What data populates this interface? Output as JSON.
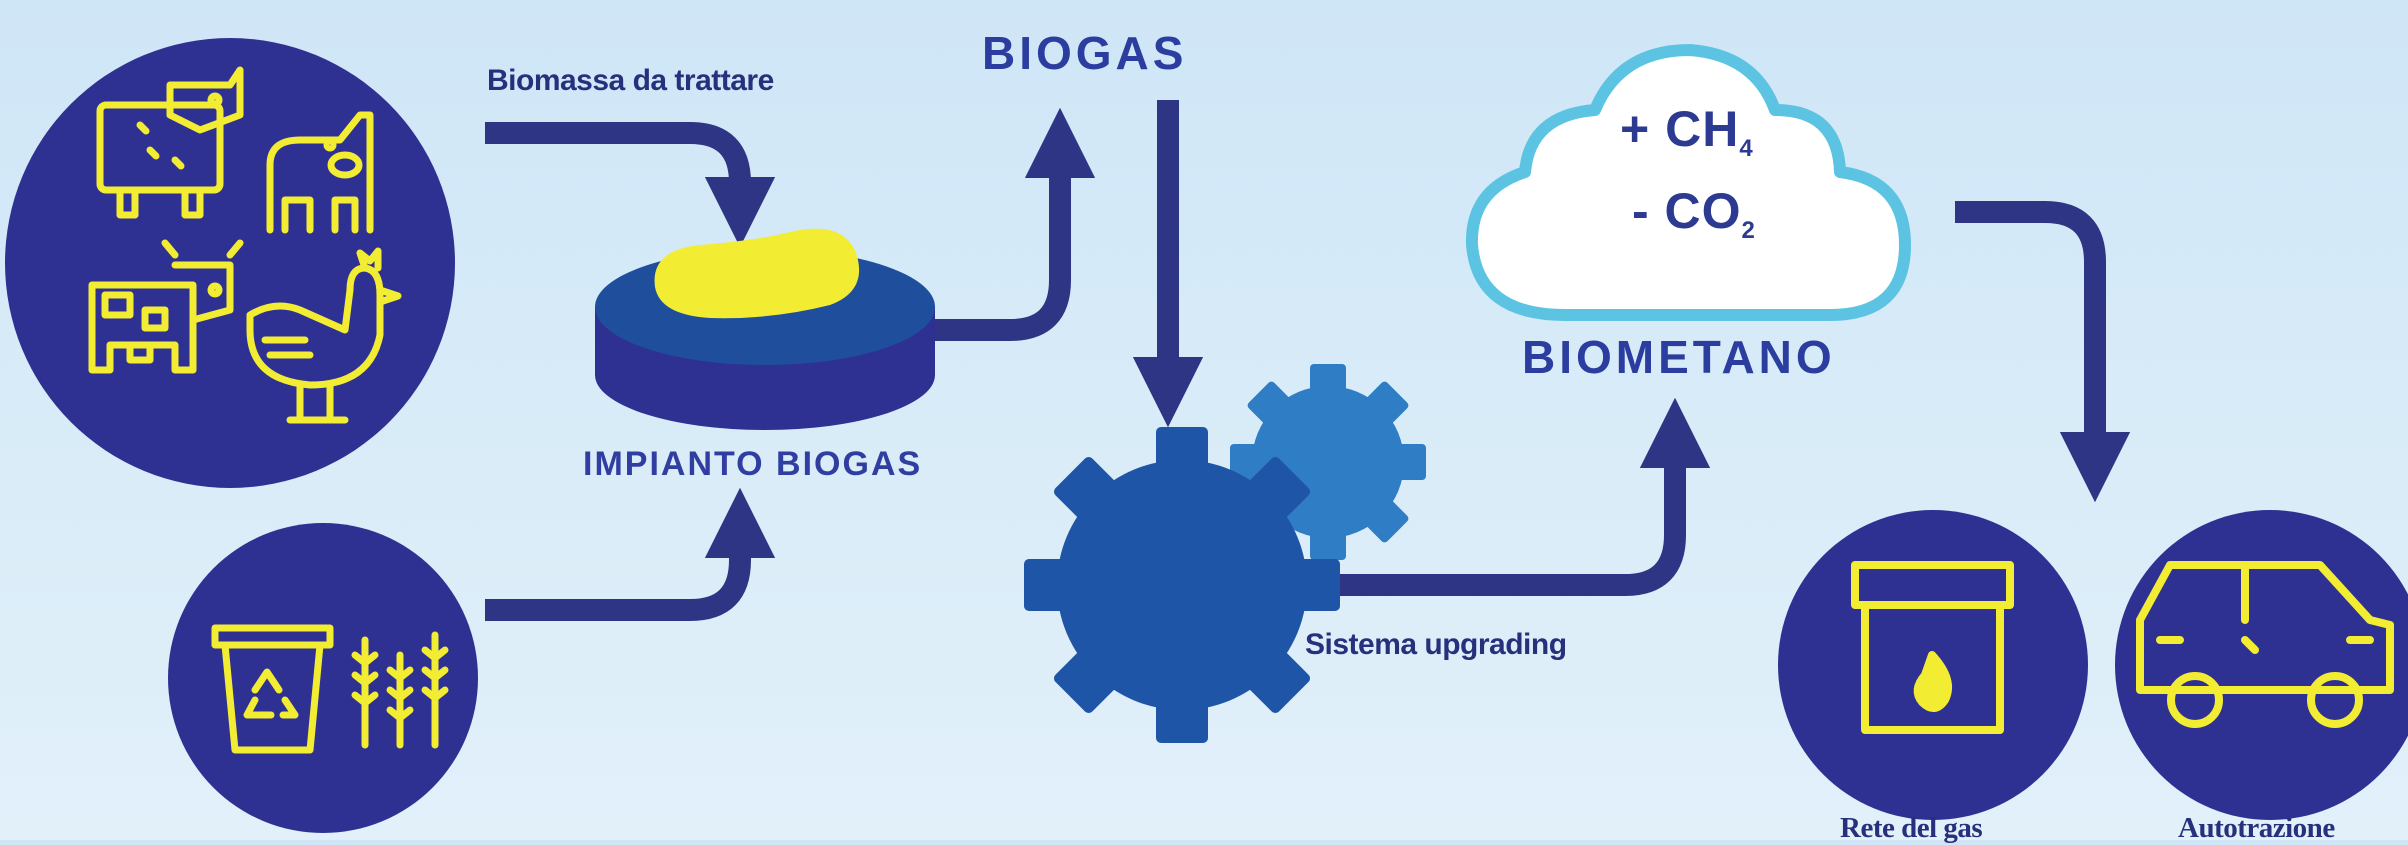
{
  "labels": {
    "biomass_input": "Biomassa da trattare",
    "biogas": "BIOGAS",
    "plant": "IMPIANTO BIOGAS",
    "upgrading": "Sistema upgrading",
    "biomethane": "BIOMETANO",
    "ch4_prefix": "+ CH",
    "ch4_sub": "4",
    "co2_prefix": "- CO",
    "co2_sub": "2",
    "gas_grid": "Rete del gas",
    "automotive": "Autotrazione"
  },
  "icons": [
    "sheep-icon",
    "pig-icon",
    "cow-icon",
    "chicken-icon",
    "recycle-bin-icon",
    "wheat-icon",
    "digester-icon",
    "gears-icon",
    "cloud-icon",
    "house-flame-icon",
    "car-icon"
  ],
  "colors": {
    "background": "#d6eaf8",
    "navy": "#2e3192",
    "arrow": "#2d3584",
    "gear_dark": "#1e55a6",
    "gear_light": "#2f7dc4",
    "yellow": "#f2ec32",
    "cloud_outline": "#5cc4e2",
    "digester_top": "#1f4f9c"
  }
}
